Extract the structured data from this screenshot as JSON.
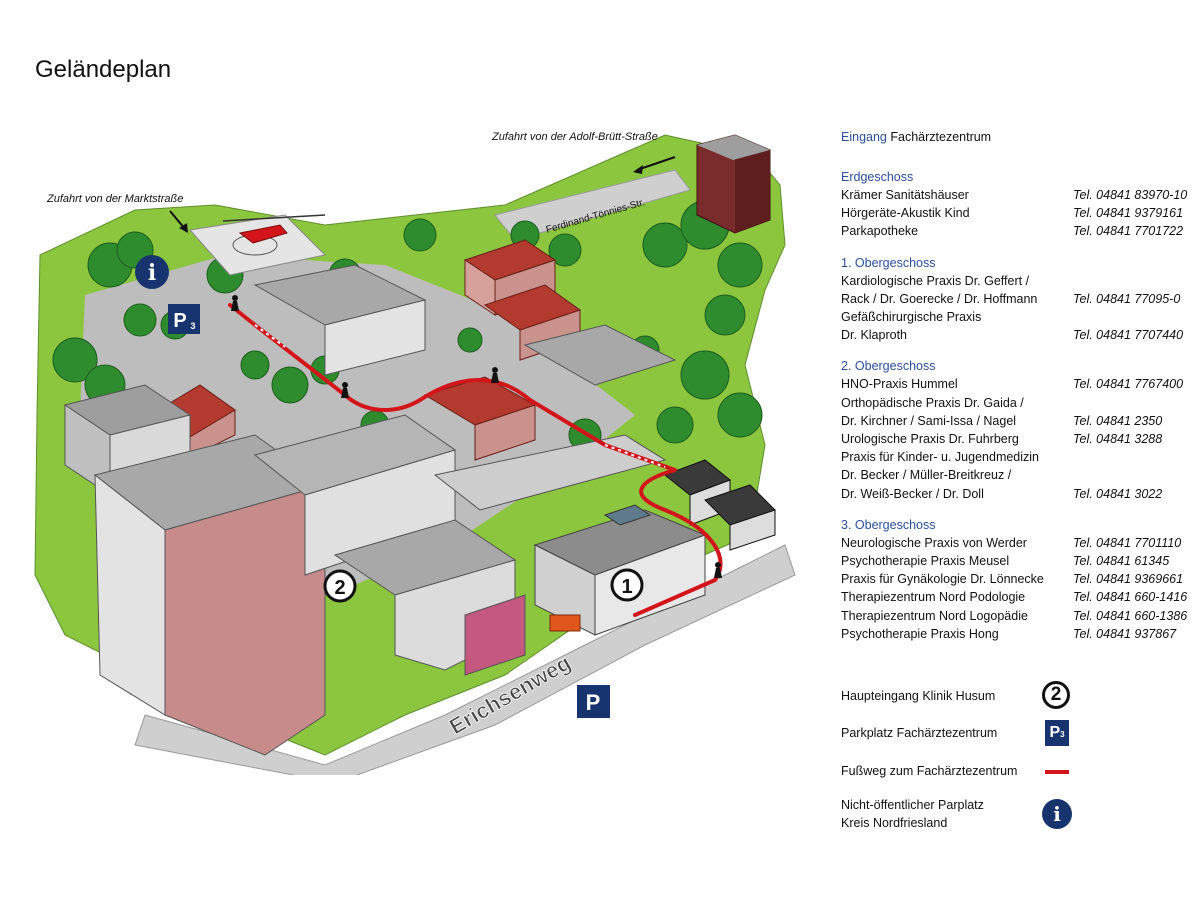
{
  "page": {
    "title": "Geländeplan"
  },
  "map": {
    "labels": {
      "access_adolf": "Zufahrt von der Adolf-Brütt-Straße",
      "access_markt": "Zufahrt von der Marktstraße",
      "street_ferdinand": "Ferdinand-Tönnies-Str.",
      "street_erichsenweg": "Erichsenweg"
    },
    "markers": {
      "entrance_1": "1",
      "entrance_2": "2",
      "parking_p": "P",
      "parking_p3_letter": "P",
      "parking_p3_sub": "3",
      "info": "i"
    },
    "colors": {
      "path": "#d3141b",
      "marker_blue": "#17346f",
      "grass": "#8cc63f",
      "tree": "#2e8b2e",
      "road": "#cfcfcf"
    }
  },
  "sidebar": {
    "entrance": {
      "prefix": "Eingang",
      "name": "Fachärztezentrum"
    },
    "floors": [
      {
        "title": "Erdgeschoss",
        "rows": [
          {
            "name": "Krämer Sanitätshäuser",
            "tel": "Tel. 04841 83970-10"
          },
          {
            "name": "Hörgeräte-Akustik Kind",
            "tel": "Tel. 04841 9379161"
          },
          {
            "name": "Parkapotheke",
            "tel": "Tel. 04841 7701722"
          }
        ]
      },
      {
        "title": "1. Obergeschoss",
        "rows": [
          {
            "name": "Kardiologische Praxis Dr. Geffert /",
            "tel": ""
          },
          {
            "name": "Rack / Dr. Goerecke / Dr. Hoffmann",
            "tel": "Tel. 04841 77095-0"
          },
          {
            "name": "Gefäßchirurgische Praxis",
            "tel": ""
          },
          {
            "name": "Dr. Klaproth",
            "tel": "Tel. 04841 7707440"
          }
        ]
      },
      {
        "title": "2. Obergeschoss",
        "rows": [
          {
            "name": "HNO-Praxis Hummel",
            "tel": "Tel. 04841 7767400"
          },
          {
            "name": "Orthopädische Praxis Dr. Gaida /",
            "tel": ""
          },
          {
            "name": "Dr. Kirchner / Sami-Issa / Nagel",
            "tel": "Tel. 04841 2350"
          },
          {
            "name": "Urologische Praxis Dr. Fuhrberg",
            "tel": "Tel. 04841 3288"
          },
          {
            "name": "Praxis für Kinder- u. Jugendmedizin",
            "tel": ""
          },
          {
            "name": "Dr. Becker / Müller-Breitkreuz /",
            "tel": ""
          },
          {
            "name": "Dr. Weiß-Becker / Dr. Doll",
            "tel": "Tel. 04841 3022"
          }
        ]
      },
      {
        "title": "3. Obergeschoss",
        "rows": [
          {
            "name": "Neurologische Praxis von Werder",
            "tel": "Tel. 04841 7701110"
          },
          {
            "name": "Psychotherapie Praxis Meusel",
            "tel": "Tel. 04841 61345"
          },
          {
            "name": "Praxis für Gynäkologie Dr. Lönnecke",
            "tel": "Tel. 04841 9369661"
          },
          {
            "name": "Therapiezentrum Nord Podologie",
            "tel": "Tel. 04841 660-1416"
          },
          {
            "name": "Therapiezentrum Nord Logopädie",
            "tel": "Tel. 04841 660-1386"
          },
          {
            "name": "Psychotherapie Praxis Hong",
            "tel": "Tel. 04841 937867"
          }
        ]
      }
    ]
  },
  "legend": {
    "main_entrance": {
      "label": "Haupteingang Klinik Husum",
      "symbol": "2"
    },
    "parking": {
      "label": "Parkplatz Fachärztezentrum",
      "symbol": "P",
      "symbol_sub": "3"
    },
    "footpath": {
      "label": "Fußweg zum Fachärztezentrum"
    },
    "private_parking": {
      "label_line1": "Nicht-öffentlicher Parplatz",
      "label_line2": "Kreis Nordfriesland",
      "symbol": "i"
    }
  }
}
